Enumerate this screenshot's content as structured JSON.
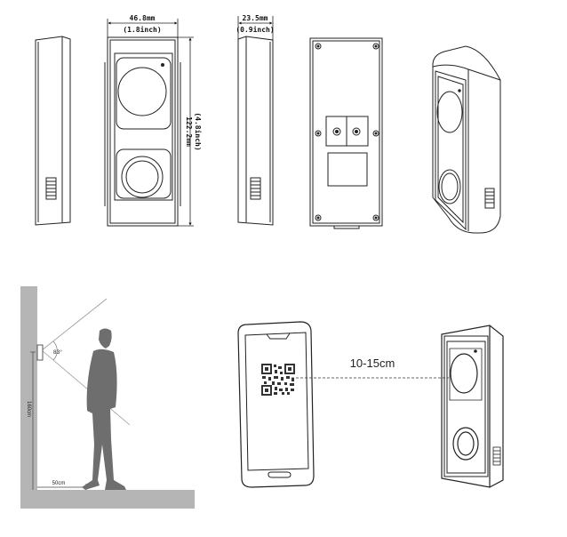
{
  "dimensions": {
    "front_width_mm": "46.8mm",
    "front_width_inch": "(1.8inch)",
    "side_depth_mm": "23.5mm",
    "side_depth_inch": "(0.9inch)",
    "front_height_mm": "122.2mm",
    "front_height_inch": "(4.8inch)"
  },
  "installation": {
    "view_angle": "83°",
    "mount_height": "160cm",
    "distance_from_wall": "50cm"
  },
  "qr_scan": {
    "distance": "10-15cm"
  },
  "colors": {
    "line": "#222222",
    "wall": "#b5b5b5",
    "person": "#6e6e6e"
  }
}
